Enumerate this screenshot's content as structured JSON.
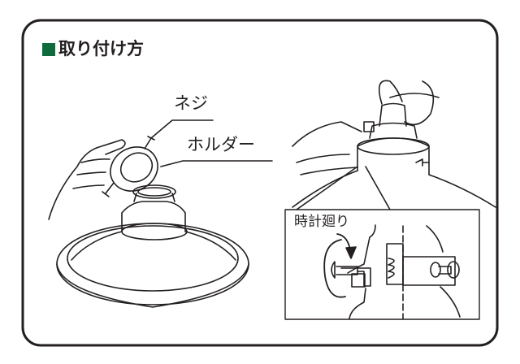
{
  "title": {
    "text": "取り付け方",
    "marker_color": "#0d6b3c"
  },
  "labels": {
    "screw": "ネジ",
    "holder": "ホルダー",
    "clockwise": "時計廻り"
  },
  "colors": {
    "line": "#231f20",
    "background": "#ffffff"
  }
}
